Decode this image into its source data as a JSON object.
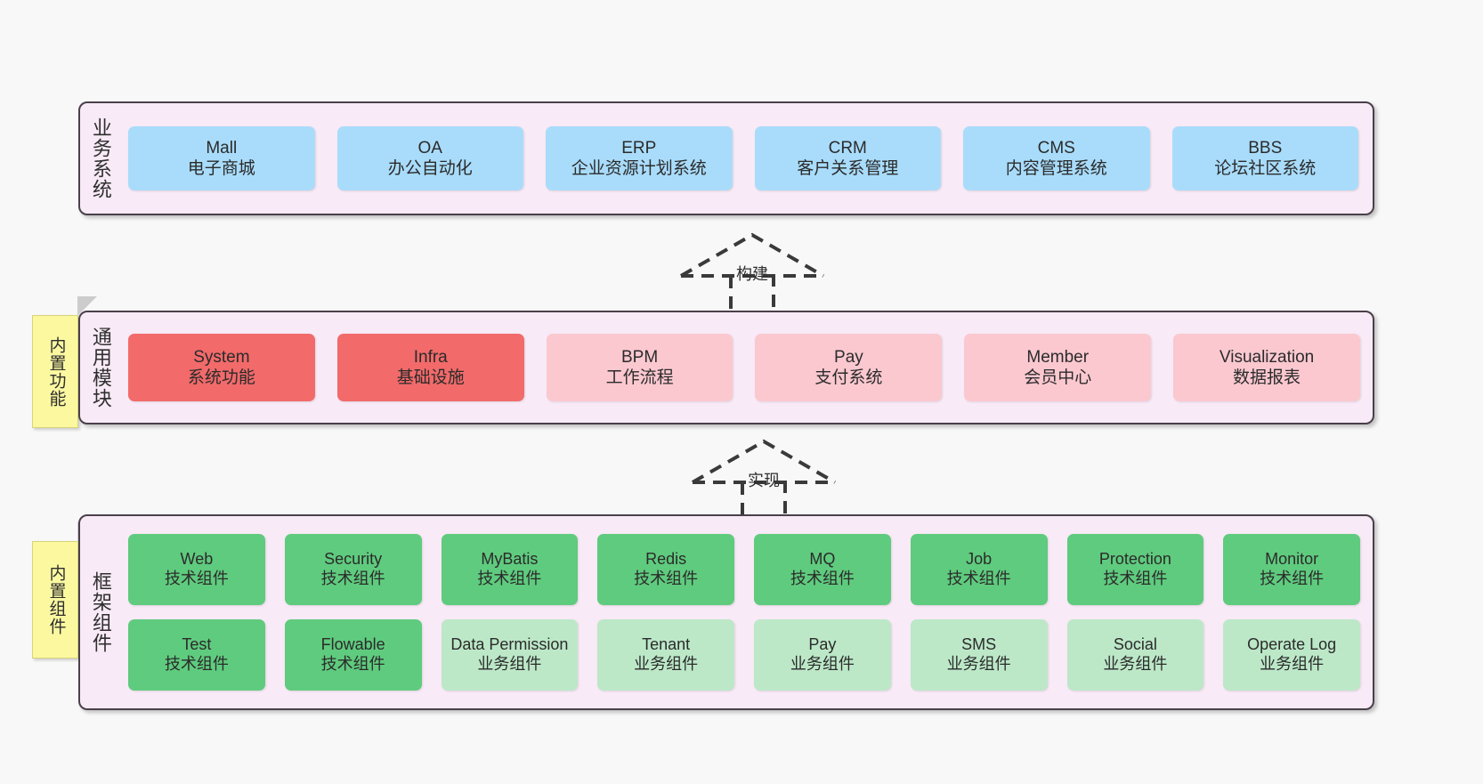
{
  "diagram": {
    "background_color": "#f8f8f8",
    "container_fill": "#f8eaf6",
    "container_border": "#4a404a",
    "note_fill": "#fbf8a0"
  },
  "layers": [
    {
      "id": "business",
      "title": "业务系统",
      "note": null,
      "rows": [
        {
          "boxes": [
            {
              "name": "Mall",
              "sub": "电子商城",
              "color": "#a9dcfb",
              "style": "c-blue"
            },
            {
              "name": "OA",
              "sub": "办公自动化",
              "color": "#a9dcfb",
              "style": "c-blue"
            },
            {
              "name": "ERP",
              "sub": "企业资源计划系统",
              "color": "#a9dcfb",
              "style": "c-blue"
            },
            {
              "name": "CRM",
              "sub": "客户关系管理",
              "color": "#a9dcfb",
              "style": "c-blue"
            },
            {
              "name": "CMS",
              "sub": "内容管理系统",
              "color": "#a9dcfb",
              "style": "c-blue"
            },
            {
              "name": "BBS",
              "sub": "论坛社区系统",
              "color": "#a9dcfb",
              "style": "c-blue"
            }
          ]
        }
      ]
    },
    {
      "id": "common",
      "title": "通用模块",
      "note": "内置功能",
      "rows": [
        {
          "boxes": [
            {
              "name": "System",
              "sub": "系统功能",
              "color": "#f26a6a",
              "style": "c-red"
            },
            {
              "name": "Infra",
              "sub": "基础设施",
              "color": "#f26a6a",
              "style": "c-red"
            },
            {
              "name": "BPM",
              "sub": "工作流程",
              "color": "#fbc8d0",
              "style": "c-pink"
            },
            {
              "name": "Pay",
              "sub": "支付系统",
              "color": "#fbc8d0",
              "style": "c-pink"
            },
            {
              "name": "Member",
              "sub": "会员中心",
              "color": "#fbc8d0",
              "style": "c-pink"
            },
            {
              "name": "Visualization",
              "sub": "数据报表",
              "color": "#fbc8d0",
              "style": "c-pink"
            }
          ]
        }
      ]
    },
    {
      "id": "framework",
      "title": "框架组件",
      "note": "内置组件",
      "rows": [
        {
          "boxes": [
            {
              "name": "Web",
              "sub": "技术组件",
              "color": "#5fcb7e",
              "style": "c-green"
            },
            {
              "name": "Security",
              "sub": "技术组件",
              "color": "#5fcb7e",
              "style": "c-green"
            },
            {
              "name": "MyBatis",
              "sub": "技术组件",
              "color": "#5fcb7e",
              "style": "c-green"
            },
            {
              "name": "Redis",
              "sub": "技术组件",
              "color": "#5fcb7e",
              "style": "c-green"
            },
            {
              "name": "MQ",
              "sub": "技术组件",
              "color": "#5fcb7e",
              "style": "c-green"
            },
            {
              "name": "Job",
              "sub": "技术组件",
              "color": "#5fcb7e",
              "style": "c-green"
            },
            {
              "name": "Protection",
              "sub": "技术组件",
              "color": "#5fcb7e",
              "style": "c-green"
            },
            {
              "name": "Monitor",
              "sub": "技术组件",
              "color": "#5fcb7e",
              "style": "c-green"
            }
          ]
        },
        {
          "boxes": [
            {
              "name": "Test",
              "sub": "技术组件",
              "color": "#5fcb7e",
              "style": "c-green"
            },
            {
              "name": "Flowable",
              "sub": "技术组件",
              "color": "#5fcb7e",
              "style": "c-green"
            },
            {
              "name": "Data Permission",
              "sub": "业务组件",
              "color": "#bce8c8",
              "style": "c-lightgreen"
            },
            {
              "name": "Tenant",
              "sub": "业务组件",
              "color": "#bce8c8",
              "style": "c-lightgreen"
            },
            {
              "name": "Pay",
              "sub": "业务组件",
              "color": "#bce8c8",
              "style": "c-lightgreen"
            },
            {
              "name": "SMS",
              "sub": "业务组件",
              "color": "#bce8c8",
              "style": "c-lightgreen"
            },
            {
              "name": "Social",
              "sub": "业务组件",
              "color": "#bce8c8",
              "style": "c-lightgreen"
            },
            {
              "name": "Operate Log",
              "sub": "业务组件",
              "color": "#bce8c8",
              "style": "c-lightgreen"
            }
          ]
        }
      ]
    }
  ],
  "arrows": [
    {
      "id": "build",
      "label": "构建"
    },
    {
      "id": "impl",
      "label": "实现"
    }
  ]
}
